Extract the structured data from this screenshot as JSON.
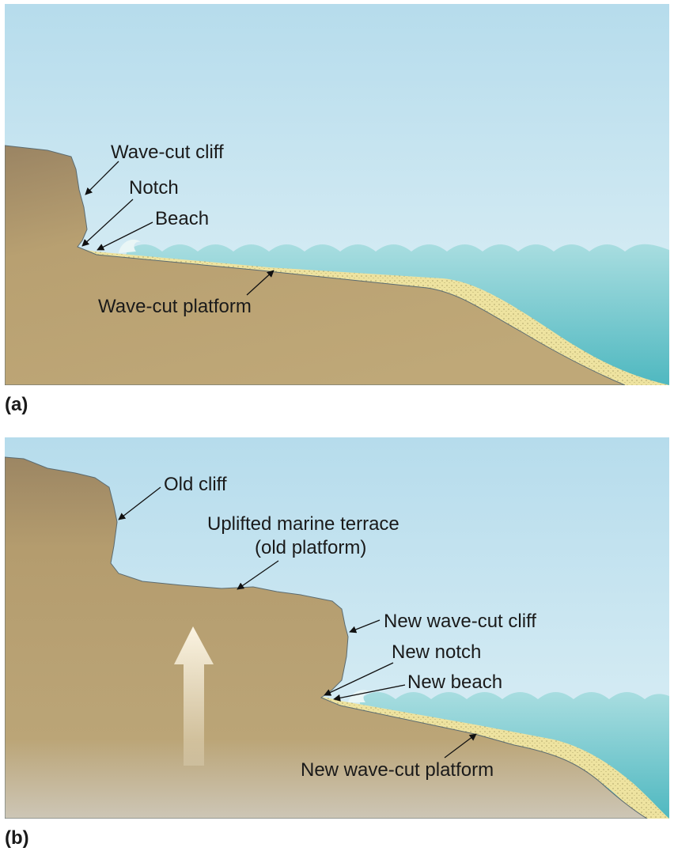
{
  "panel_a": {
    "panel_label": "(a)",
    "labels": {
      "cliff": "Wave-cut cliff",
      "notch": "Notch",
      "beach": "Beach",
      "platform": "Wave-cut platform"
    }
  },
  "panel_b": {
    "panel_label": "(b)",
    "labels": {
      "old_cliff": "Old cliff",
      "terrace_line1": "Uplifted marine terrace",
      "terrace_line2": "(old platform)",
      "new_cliff": "New wave-cut cliff",
      "new_notch": "New notch",
      "new_beach": "New beach",
      "new_platform": "New wave-cut platform"
    }
  }
}
